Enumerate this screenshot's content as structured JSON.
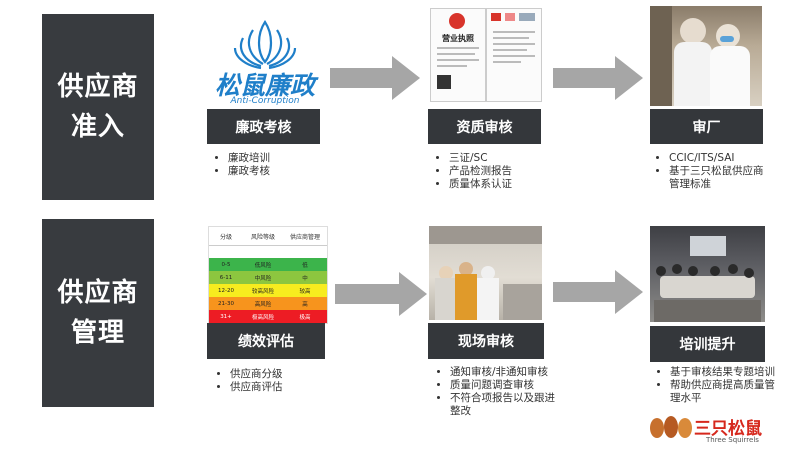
{
  "rows": [
    {
      "label": [
        "供应商",
        "准入"
      ],
      "steps": [
        {
          "title": "廉政考核",
          "bullets": [
            "廉政培训",
            "廉政考核"
          ]
        },
        {
          "title": "资质审核",
          "bullets": [
            "三证/SC",
            "产品检测报告",
            "质量体系认证"
          ]
        },
        {
          "title": "审厂",
          "bullets": [
            "CCIC/ITS/SAI",
            "基于三只松鼠供应商管理标准"
          ]
        }
      ]
    },
    {
      "label": [
        "供应商",
        "管理"
      ],
      "steps": [
        {
          "title": "绩效评估",
          "bullets": [
            "供应商分级",
            "供应商评估"
          ]
        },
        {
          "title": "现场审核",
          "bullets": [
            "通知审核/非通知审核",
            "质量问题调查审核",
            "不符合项报告以及跟进整改"
          ]
        },
        {
          "title": "培训提升",
          "bullets": [
            "基于审核结果专题培训",
            "帮助供应商提高质量管理水平"
          ]
        }
      ]
    }
  ],
  "logo": {
    "cn": "松鼠廉政",
    "en": "Anti-Corruption"
  },
  "license": {
    "title": "营业执照"
  },
  "table": {
    "headers": [
      "分级",
      "风险等级",
      "供应商管理"
    ],
    "rows": [
      [
        "0-5",
        "低风险",
        "低"
      ],
      [
        "6-11",
        "中风险",
        "中"
      ],
      [
        "12-20",
        "较高风险",
        "较高"
      ],
      [
        "21-30",
        "高风险",
        "高"
      ],
      [
        "31+",
        "极高风险",
        "极高"
      ]
    ],
    "colors": [
      "#3cb44b",
      "#8dc63f",
      "#f7ec1f",
      "#f7941d",
      "#ed1c24"
    ]
  },
  "brand": {
    "cn": "三只松鼠",
    "en": "Three Squirrels"
  },
  "colors": {
    "rowlabel_bg": "#383b3f",
    "titlebar_bg": "#34373b",
    "arrow": "#a6a6a6",
    "logo_blue": "#1f7fc9",
    "brand_red": "#d6281d"
  }
}
